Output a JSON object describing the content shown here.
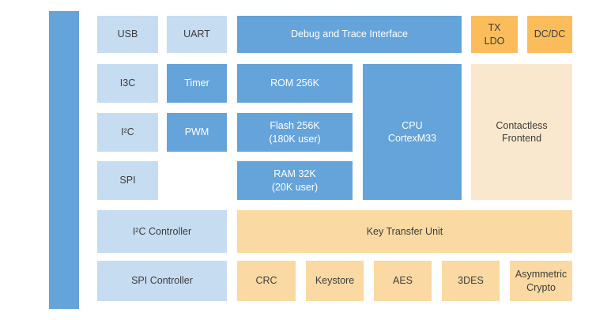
{
  "diagram": {
    "description": "SoC block diagram",
    "palette": {
      "bus_blue": "#64a4da",
      "peripheral_light_blue": "#c6dcf1",
      "power_orange": "#fbbd5c",
      "crypto_tan": "#fad9a2",
      "contactless_cream": "#fae8ce",
      "text_dark": "#3d3d3d",
      "text_light": "#ffffff"
    },
    "blocks": {
      "usb": "USB",
      "uart": "UART",
      "debug": "Debug and Trace Interface",
      "tx_ldo": "TX\nLDO",
      "dcdc": "DC/DC",
      "i3c": "I3C",
      "timer": "Timer",
      "rom": "ROM 256K",
      "cpu": "CPU\nCortexM33",
      "contactless": "Contactless\nFrontend",
      "i2c": "I²C",
      "pwm": "PWM",
      "flash": "Flash 256K\n(180K user)",
      "spi": "SPI",
      "ram": "RAM 32K\n(20K user)",
      "i2c_controller": "I²C Controller",
      "key_transfer_unit": "Key Transfer Unit",
      "spi_controller": "SPI Controller",
      "crc": "CRC",
      "keystore": "Keystore",
      "aes": "AES",
      "triple_des": "3DES",
      "asymmetric_crypto": "Asymmetric\nCrypto"
    }
  }
}
